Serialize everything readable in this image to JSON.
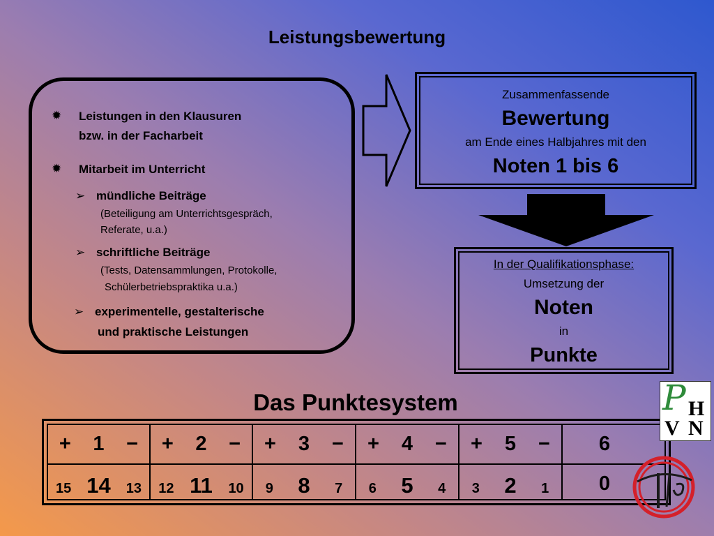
{
  "title": "Leistungsbewertung",
  "left_box": {
    "items": [
      {
        "line1": "Leistungen in den Klausuren",
        "line2": "bzw. in der Facharbeit"
      },
      {
        "line1": "Mitarbeit im Unterricht"
      }
    ],
    "subitems": [
      {
        "label": "mündliche Beiträge",
        "detail1": "(Beteiligung am Unterrichtsgespräch,",
        "detail2": "Referate, u.a.)"
      },
      {
        "label": "schriftliche Beiträge",
        "detail1": "(Tests, Datensammlungen, Protokolle,",
        "detail2": "Schülerbetriebspraktika u.a.)"
      },
      {
        "label": "experimentelle, gestalterische",
        "detail1": "und praktische Leistungen"
      }
    ]
  },
  "box_right_top": {
    "line1": "Zusammenfassende",
    "line2": "Bewertung",
    "line3": "am Ende eines Halbjahres mit den",
    "line4": "Noten 1 bis 6"
  },
  "box_right_bottom": {
    "line1": "In der Qualifikationsphase:",
    "line2": "Umsetzung der",
    "line3": "Noten",
    "line4": "in",
    "line5": "Punkte"
  },
  "table_title": "Das Punktesystem",
  "grades": [
    {
      "plus": "+",
      "grade": "1",
      "minus": "−",
      "p_hi": "15",
      "p_mid": "14",
      "p_lo": "13"
    },
    {
      "plus": "+",
      "grade": "2",
      "minus": "−",
      "p_hi": "12",
      "p_mid": "11",
      "p_lo": "10"
    },
    {
      "plus": "+",
      "grade": "3",
      "minus": "−",
      "p_hi": "9",
      "p_mid": "8",
      "p_lo": "7"
    },
    {
      "plus": "+",
      "grade": "4",
      "minus": "−",
      "p_hi": "6",
      "p_mid": "5",
      "p_lo": "4"
    },
    {
      "plus": "+",
      "grade": "5",
      "minus": "−",
      "p_hi": "3",
      "p_mid": "2",
      "p_lo": "1"
    }
  ],
  "grade6": {
    "grade": "6",
    "points": "0"
  },
  "logo_pvn": {
    "p": "P",
    "h": "H",
    "v": "V",
    "n": "N"
  },
  "logo_hhg": "HHG",
  "colors": {
    "text": "#000000",
    "logo_green": "#2e8b3a",
    "logo_red": "#d4202a"
  }
}
